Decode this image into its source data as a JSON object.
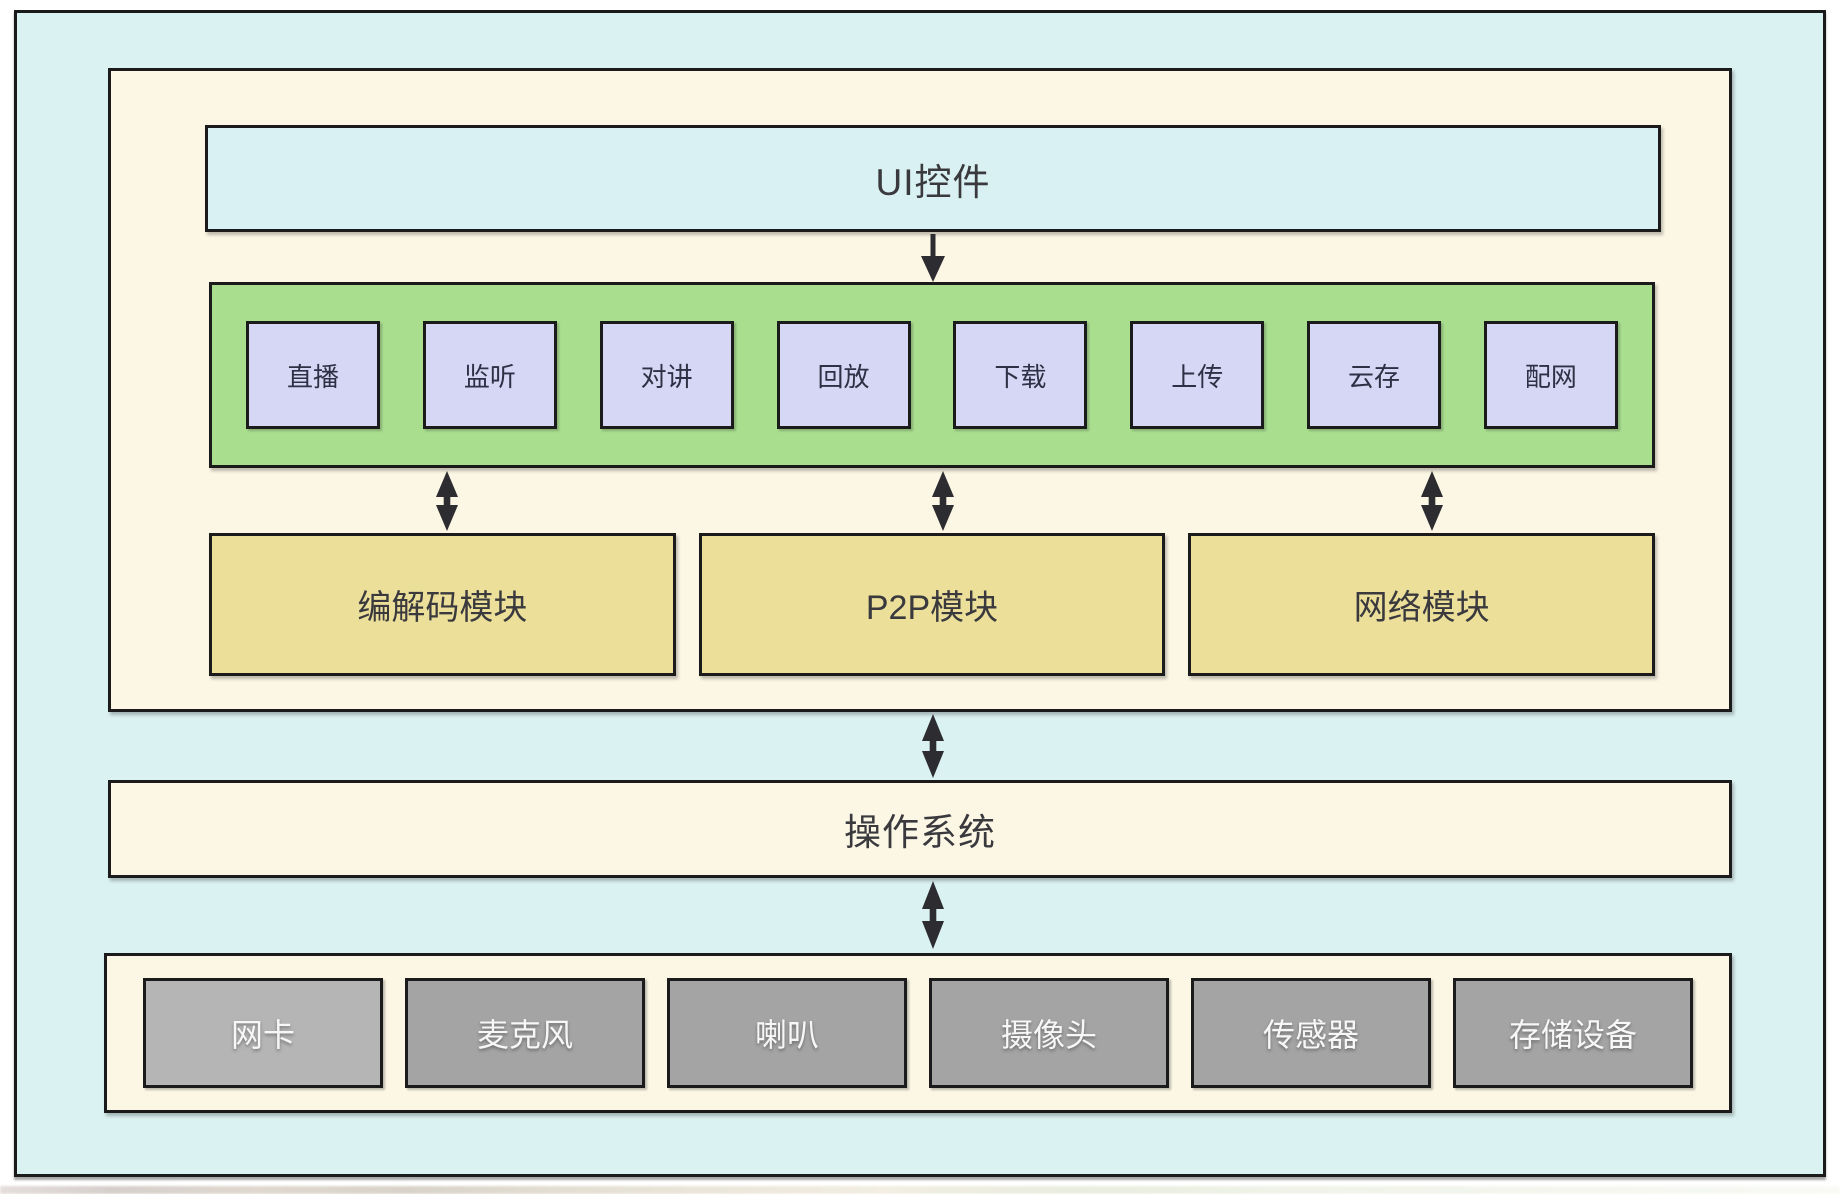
{
  "diagram": {
    "ui_layer_label": "UI控件",
    "features": [
      "直播",
      "监听",
      "对讲",
      "回放",
      "下载",
      "上传",
      "云存",
      "配网"
    ],
    "modules": [
      "编解码模块",
      "P2P模块",
      "网络模块"
    ],
    "os_label": "操作系统",
    "hardware": [
      "网卡",
      "麦克风",
      "喇叭",
      "摄像头",
      "传感器",
      "存储设备"
    ],
    "colors": {
      "page_background": "#daf2f1",
      "layer_panel": "#fcf7e5",
      "ui_box": "#d9f1f2",
      "features_container": "#a9de8f",
      "feature_box": "#d6d7f4",
      "module_box": "#ecdf9a",
      "hardware_box": "#a4a4a4",
      "hardware_box_first": "#b5b5b5",
      "border": "#1b1b1b",
      "arrow": "#2c2c31"
    }
  }
}
